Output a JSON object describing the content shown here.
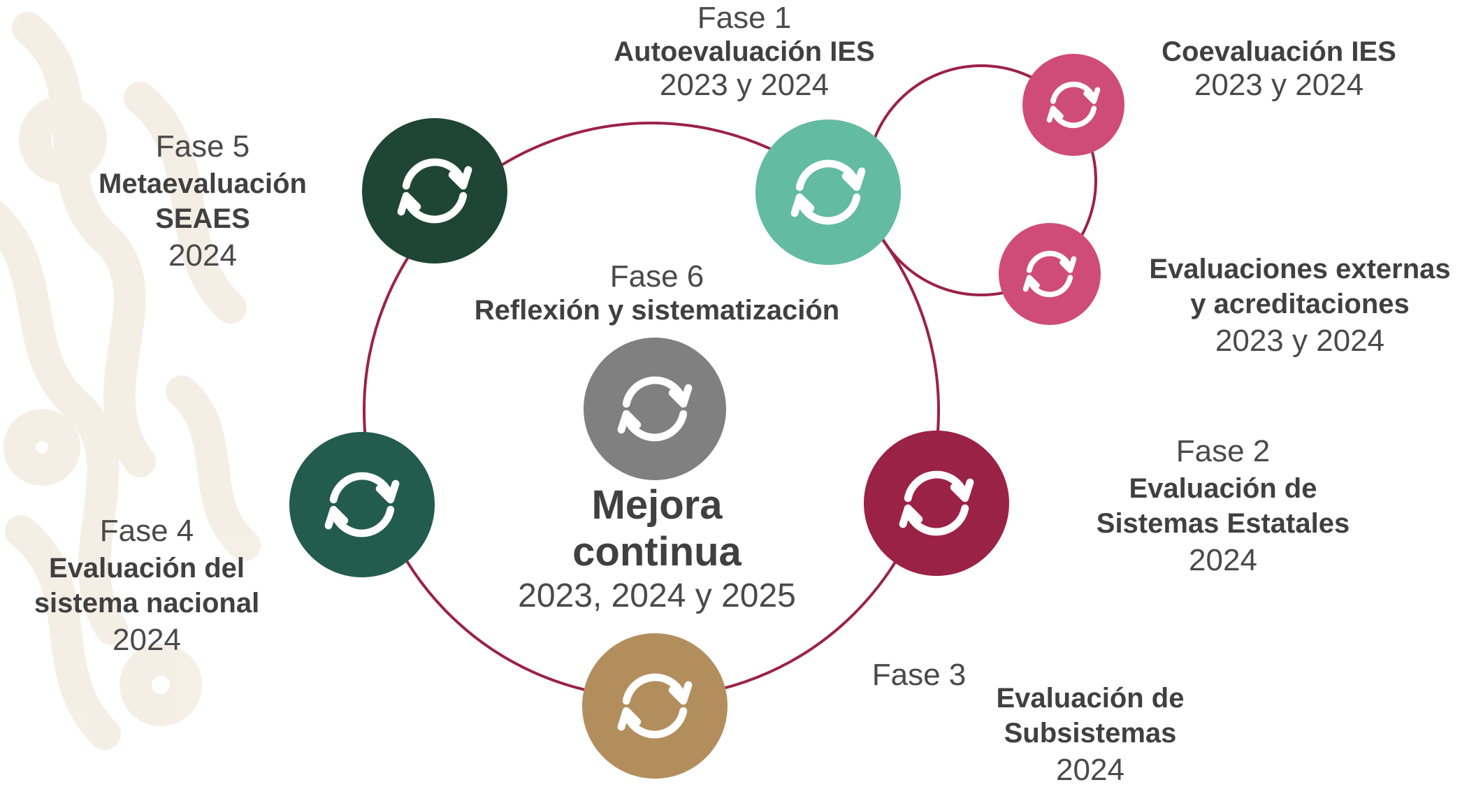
{
  "center": {
    "phase": "Fase 6",
    "title": "Reflexión y sistematización",
    "main_title": "Mejora\ncontinua",
    "years": "2023, 2024 y 2025"
  },
  "phases": [
    {
      "id": "fase1",
      "phase": "Fase 1",
      "title": "Autoevaluación IES",
      "years": "2023 y 2024",
      "color": "#63bba1"
    },
    {
      "id": "coeval",
      "phase": "",
      "title": "Coevaluación IES",
      "years": "2023 y 2024",
      "color": "#d04c78"
    },
    {
      "id": "externas",
      "phase": "",
      "title": "Evaluaciones externas\ny acreditaciones",
      "years": "2023 y 2024",
      "color": "#d04c78"
    },
    {
      "id": "fase2",
      "phase": "Fase 2",
      "title": "Evaluación de\nSistemas Estatales",
      "years": "2024",
      "color": "#9b2247"
    },
    {
      "id": "fase3",
      "phase": "Fase 3",
      "title": "Evaluación de\nSubsistemas",
      "years": "2024",
      "color": "#b38e5d"
    },
    {
      "id": "fase4",
      "phase": "Fase 4",
      "title": "Evaluación del\nsistema nacional",
      "years": "2024",
      "color": "#235b4e"
    },
    {
      "id": "fase5",
      "phase": "Fase 5",
      "title": "Metaevaluación\nSEAES",
      "years": "2024",
      "color": "#1e4535"
    },
    {
      "id": "fase6",
      "phase": "Fase 6",
      "title": "Reflexión y sistematización",
      "years": "2023, 2024 y 2025",
      "color": "#808080"
    }
  ],
  "colors": {
    "cycle_line": "#9b2247",
    "icon": "#ffffff",
    "background_pattern": "#f4ede3"
  },
  "icon_name": "refresh-cycle-icon"
}
